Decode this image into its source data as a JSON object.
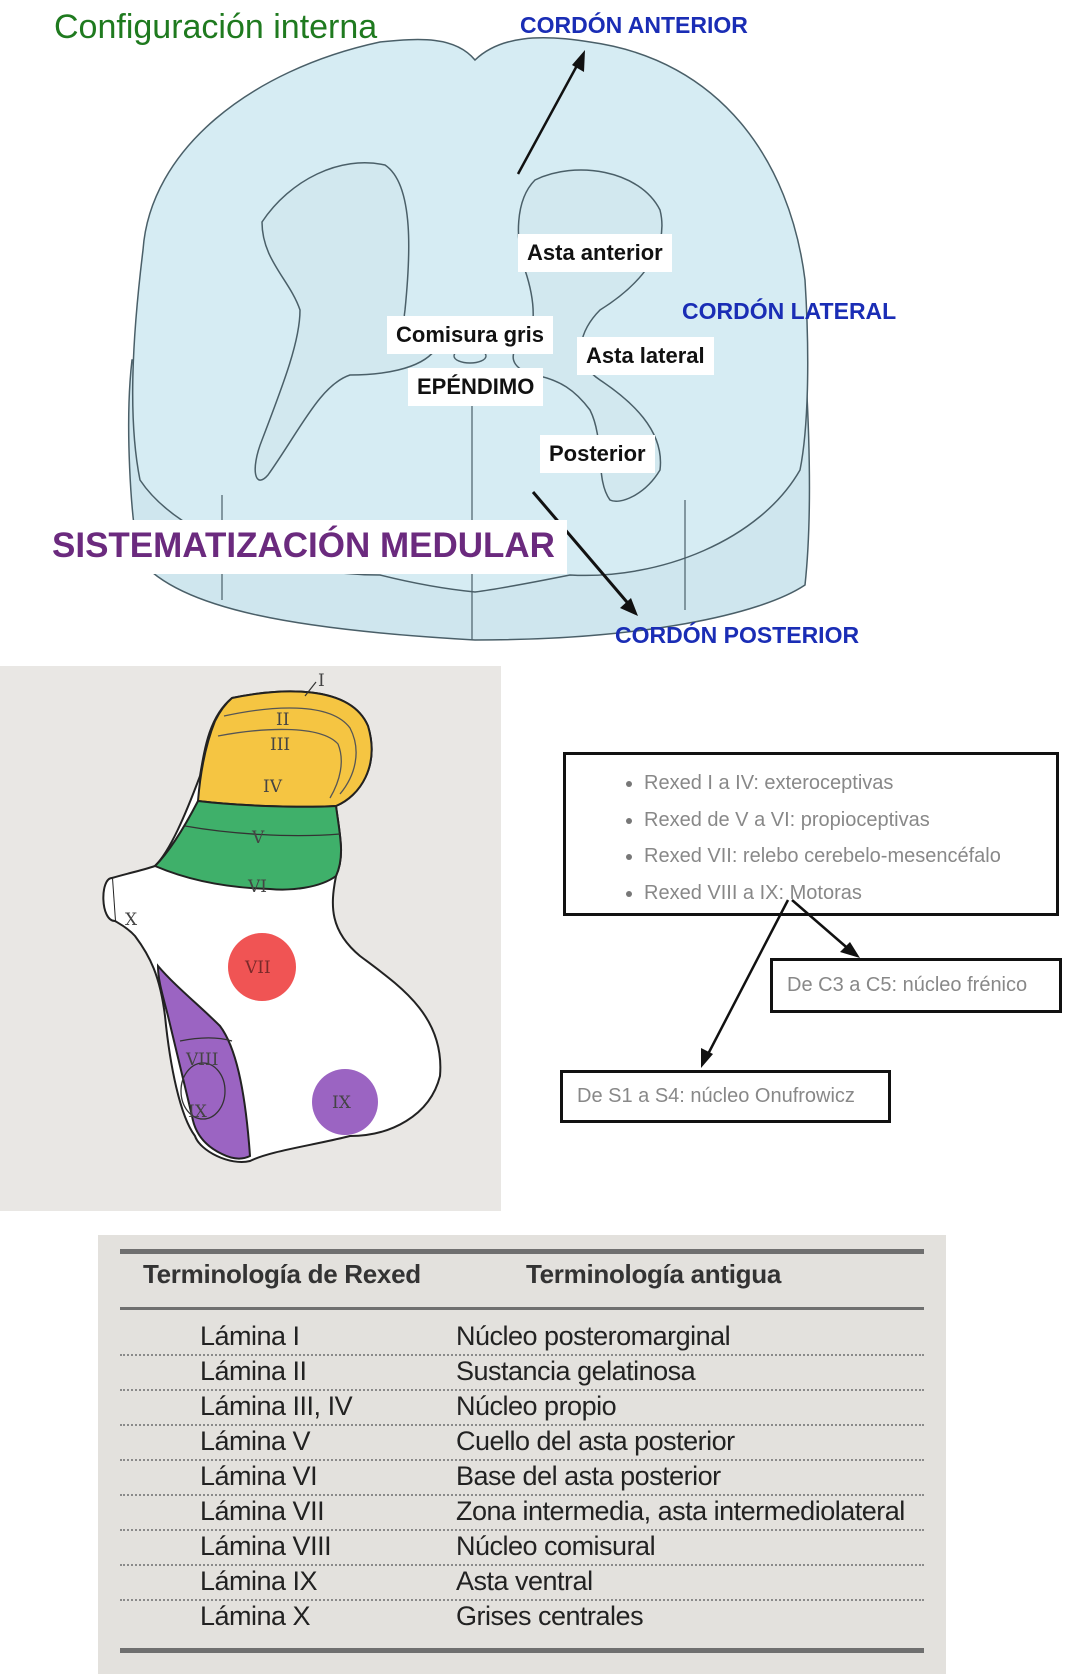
{
  "title": "Configuración interna",
  "section_title": "SISTEMATIZACIÓN MEDULAR",
  "cord_labels": {
    "anterior": "CORDÓN ANTERIOR",
    "lateral": "CORDÓN LATERAL",
    "posterior": "CORDÓN POSTERIOR"
  },
  "structure_labels": {
    "asta_anterior": "Asta anterior",
    "comisura_gris": "Comisura gris",
    "asta_lateral": "Asta lateral",
    "ependimo": "EPÉNDIMO",
    "posterior": "Posterior"
  },
  "laminae": [
    "I",
    "II",
    "III",
    "IV",
    "V",
    "VI",
    "VII",
    "VIII",
    "IX",
    "IX",
    "X"
  ],
  "colors": {
    "white_matter": "#d6ecf3",
    "outline": "#4a5f68",
    "yellow": "#f5c542",
    "green": "#3fb06a",
    "red": "#f05454",
    "purple": "#9b64c2"
  },
  "rexed_list": [
    "Rexed I a IV: exteroceptivas",
    "Rexed de V a VI: propioceptivas",
    "Rexed VII: relebo cerebelo-mesencéfalo",
    "Rexed VIII a IX: Motoras"
  ],
  "notes": {
    "c3_c5": "De C3 a C5: núcleo frénico",
    "s1_s4": "De S1 a S4: núcleo Onufrowicz"
  },
  "table": {
    "headers": [
      "Terminología de Rexed",
      "Terminología antigua"
    ],
    "rows": [
      [
        "Lámina I",
        "Núcleo posteromarginal"
      ],
      [
        "Lámina II",
        "Sustancia gelatinosa"
      ],
      [
        "Lámina III, IV",
        "Núcleo propio"
      ],
      [
        "Lámina V",
        "Cuello del asta posterior"
      ],
      [
        "Lámina VI",
        "Base del asta posterior"
      ],
      [
        "Lámina VII",
        "Zona intermedia, asta intermediolateral"
      ],
      [
        "Lámina VIII",
        "Núcleo comisural"
      ],
      [
        "Lámina IX",
        "Asta ventral"
      ],
      [
        "Lámina X",
        "Grises centrales"
      ]
    ]
  }
}
